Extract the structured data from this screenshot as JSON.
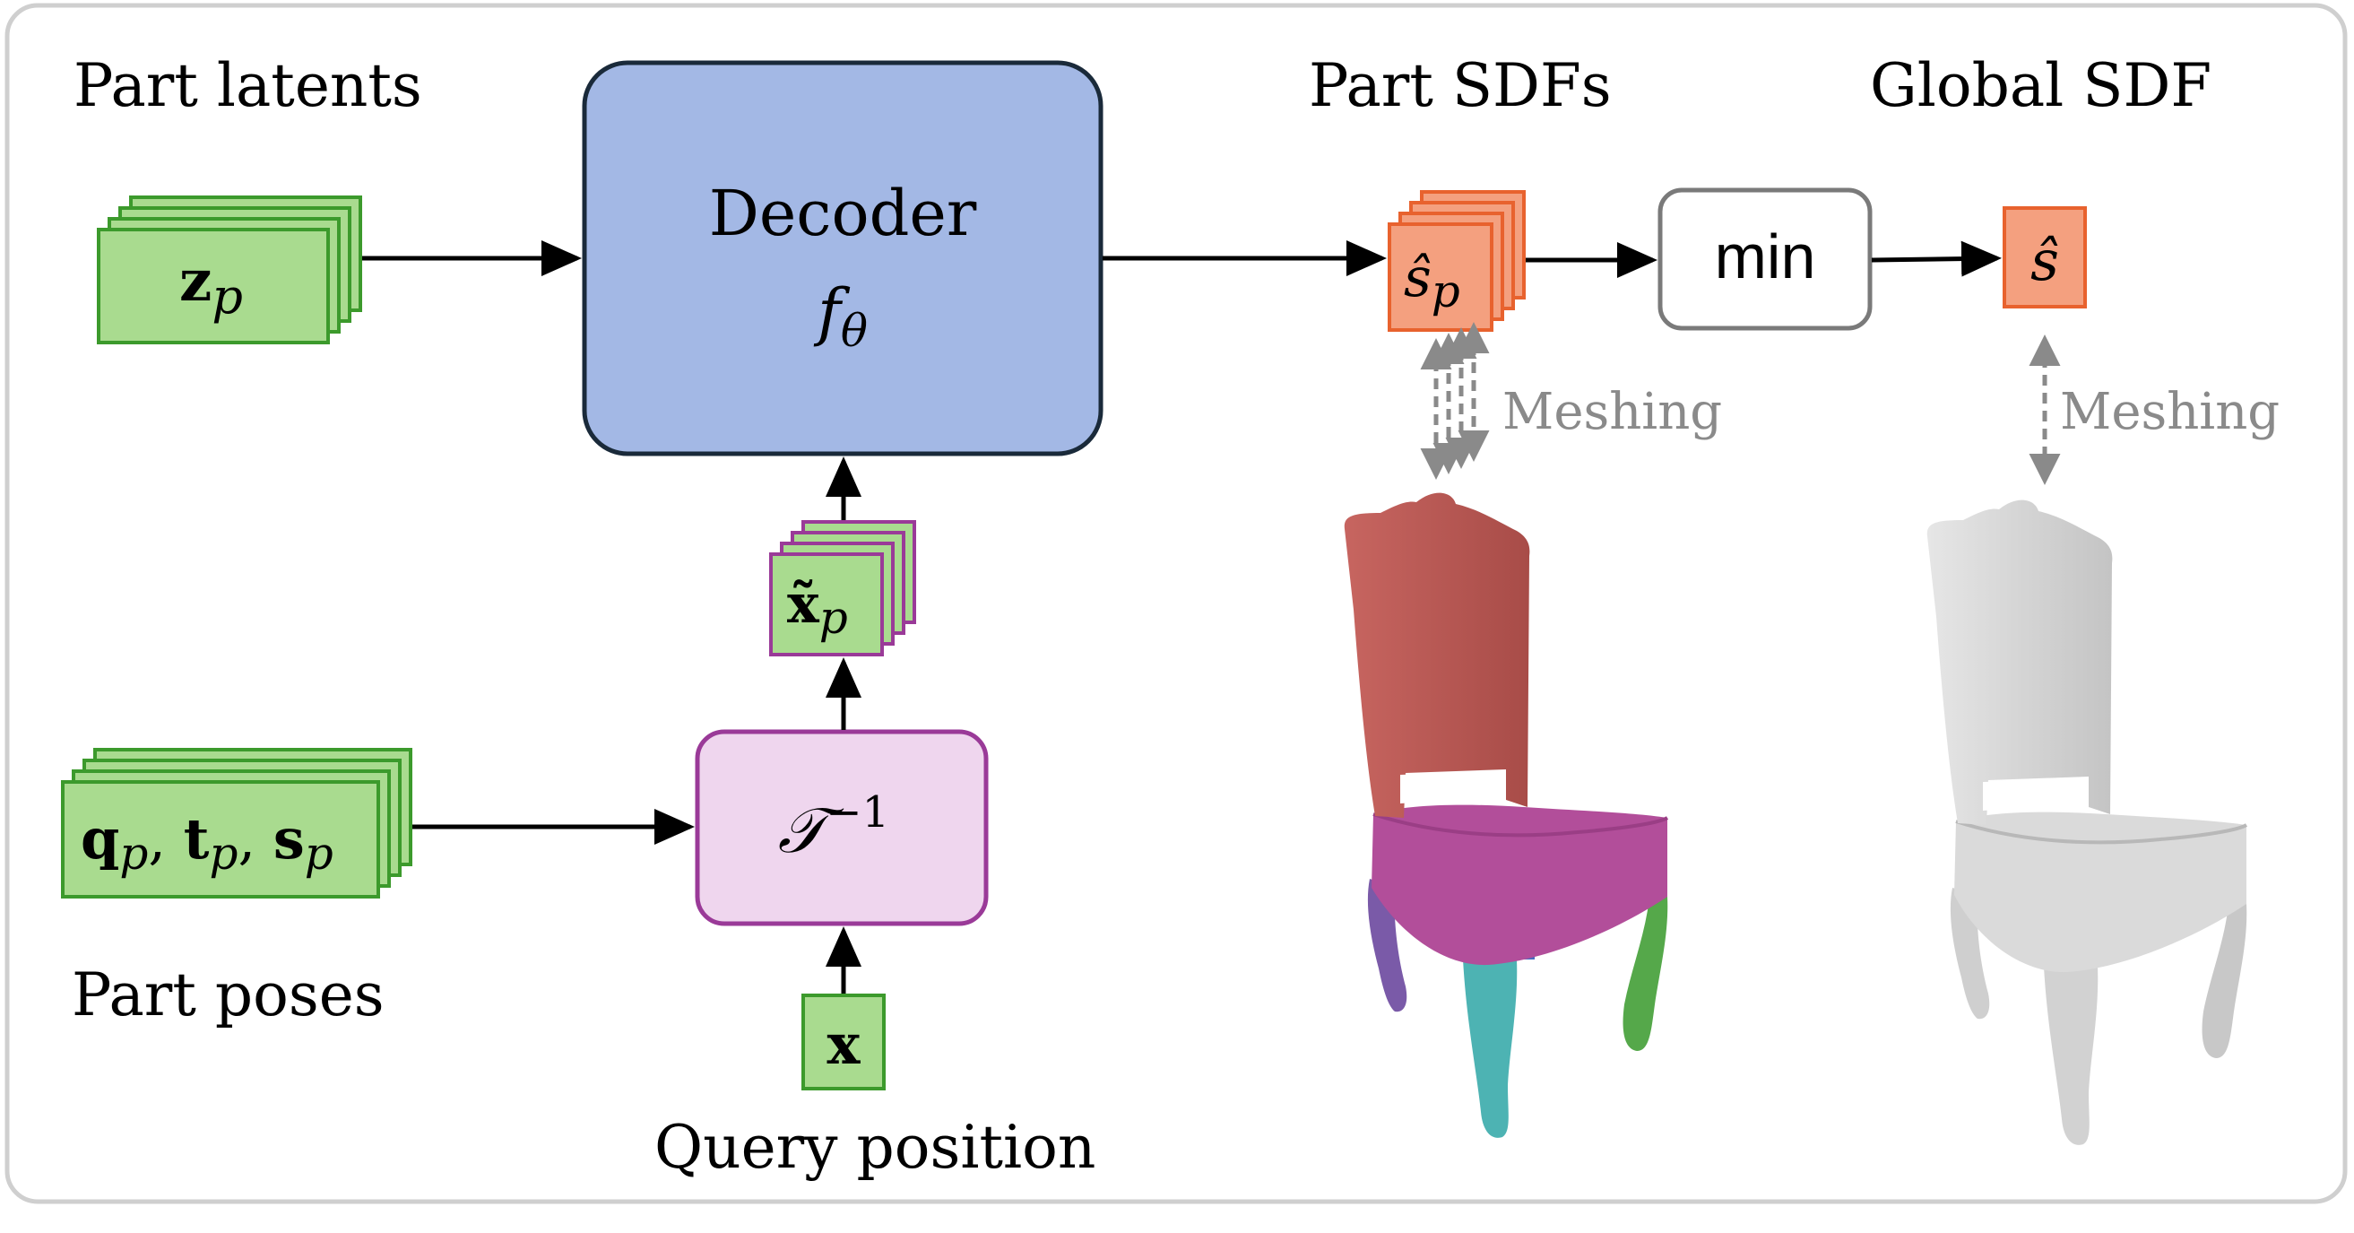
{
  "labels": {
    "part_latents": "Part latents",
    "part_poses": "Part poses",
    "query_position": "Query position",
    "part_sdfs": "Part SDFs",
    "global_sdf": "Global SDF",
    "meshing_left": "Meshing",
    "meshing_right": "Meshing"
  },
  "decoder": {
    "title": "Decoder",
    "symbol": "f",
    "subscript": "θ"
  },
  "inverse_transform": {
    "symbol": "𝒯",
    "superscript": "−1"
  },
  "min_box": {
    "label": "min"
  },
  "nodes": {
    "z_p": {
      "base": "z",
      "sub": "p"
    },
    "poses": {
      "q": "q",
      "t": "t",
      "s": "s",
      "sub": "p",
      "sep": ", "
    },
    "x_tilde": {
      "base": "x̃",
      "sub": "p"
    },
    "x": {
      "base": "x"
    },
    "s_hat_p": {
      "base": "ŝ",
      "sub": "p"
    },
    "s_hat": {
      "base": "ŝ"
    }
  },
  "colors": {
    "green_fill": "#a9db8f",
    "green_stroke": "#3c9a2c",
    "purple_fill": "#efd6ee",
    "purple_stroke": "#9a3a98",
    "decoder_fill": "#a3b8e5",
    "decoder_stroke": "#1a2a3a",
    "orange_fill": "#f4a07f",
    "orange_stroke": "#e8622e",
    "gray_text": "#8a8a8a",
    "chair_red": "#b85a55",
    "chair_magenta": "#b24e9a",
    "chair_teal": "#4db3b3",
    "chair_purple": "#7a5aa8",
    "chair_green": "#55a84a",
    "chair_gray": "#d8d8d8"
  }
}
